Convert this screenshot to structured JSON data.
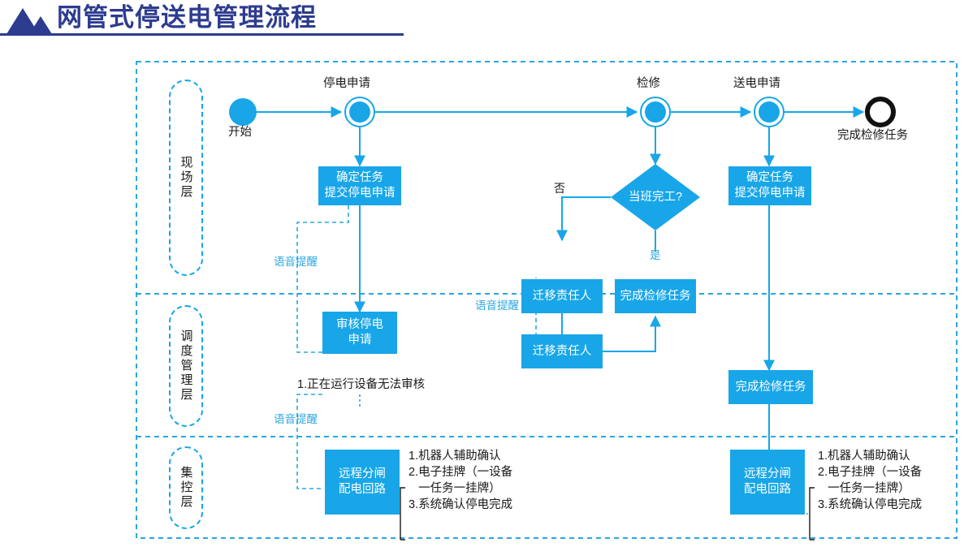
{
  "header": {
    "title": "网管式停送电管理流程",
    "logo_icon": "mountain-triangle-icon",
    "accent_color": "#2d3c8f"
  },
  "theme": {
    "primary_blue": "#18a6e8",
    "dashed_blue": "#29a6e0",
    "text_dark": "#1a1a1a",
    "end_node_black": "#111111"
  },
  "swimlanes": [
    {
      "id": "field",
      "label": "现场层"
    },
    {
      "id": "dispatch",
      "label": "调度管理层"
    },
    {
      "id": "control",
      "label": "集控层"
    }
  ],
  "nodes": {
    "start": {
      "caption": "开始",
      "type": "start-circle"
    },
    "outage_request": {
      "caption": "停电申请",
      "type": "event-circle"
    },
    "maintenance": {
      "caption": "检修",
      "type": "event-circle"
    },
    "power_on_request": {
      "caption": "送电申请",
      "type": "event-circle"
    },
    "end": {
      "caption": "完成检修任务",
      "type": "end-circle"
    },
    "confirm_task_left": {
      "label": "确定任务\n提交停电申请"
    },
    "confirm_task_right": {
      "label": "确定任务\n提交停电申请"
    },
    "decision_shift": {
      "label": "当班完工?"
    },
    "transfer_owner_top": {
      "label": "迁移责任人"
    },
    "transfer_owner_mid": {
      "label": "迁移责任人"
    },
    "finish_task_field": {
      "label": "完成检修任务"
    },
    "finish_task_dispatch": {
      "label": "完成检修任务"
    },
    "review_outage": {
      "label": "审核停电\n申请"
    },
    "remote_switch_left": {
      "label": "远程分闸\n配电回路"
    },
    "remote_switch_right": {
      "label": "远程分闸\n配电回路"
    }
  },
  "edge_labels": {
    "voice_reminder_1": "语音提醒",
    "voice_reminder_2": "语音提醒",
    "voice_reminder_3": "语音提醒",
    "no": "否",
    "yes": "是"
  },
  "notes": {
    "review_note": "1.正在运行设备无法审核",
    "remote_switch_note": "1.机器人辅助确认\n2.电子挂牌（一设备\n   一任务一挂牌）\n3.系统确认停电完成"
  },
  "chart_data": {
    "type": "flowchart",
    "title": "网管式停送电管理流程",
    "lanes": [
      "现场层",
      "调度管理层",
      "集控层"
    ],
    "steps": [
      {
        "lane": "现场层",
        "name": "开始",
        "shape": "circle"
      },
      {
        "lane": "现场层",
        "name": "停电申请",
        "shape": "event"
      },
      {
        "lane": "现场层",
        "name": "确定任务 提交停电申请",
        "shape": "rect"
      },
      {
        "lane": "调度管理层",
        "name": "审核停电申请",
        "shape": "rect"
      },
      {
        "lane": "集控层",
        "name": "远程分闸配电回路",
        "shape": "rect"
      },
      {
        "lane": "现场层",
        "name": "检修",
        "shape": "event"
      },
      {
        "lane": "现场层",
        "name": "当班完工?",
        "shape": "diamond"
      },
      {
        "lane": "现场层",
        "name": "迁移责任人",
        "shape": "rect"
      },
      {
        "lane": "现场层",
        "name": "完成检修任务",
        "shape": "rect"
      },
      {
        "lane": "调度管理层",
        "name": "迁移责任人",
        "shape": "rect"
      },
      {
        "lane": "现场层",
        "name": "送电申请",
        "shape": "event"
      },
      {
        "lane": "现场层",
        "name": "确定任务 提交停电申请",
        "shape": "rect"
      },
      {
        "lane": "调度管理层",
        "name": "完成检修任务",
        "shape": "rect"
      },
      {
        "lane": "集控层",
        "name": "远程分闸配电回路",
        "shape": "rect"
      },
      {
        "lane": "现场层",
        "name": "完成检修任务",
        "shape": "end"
      }
    ],
    "decision_branches": {
      "否": "迁移责任人",
      "是": "完成检修任务"
    }
  }
}
